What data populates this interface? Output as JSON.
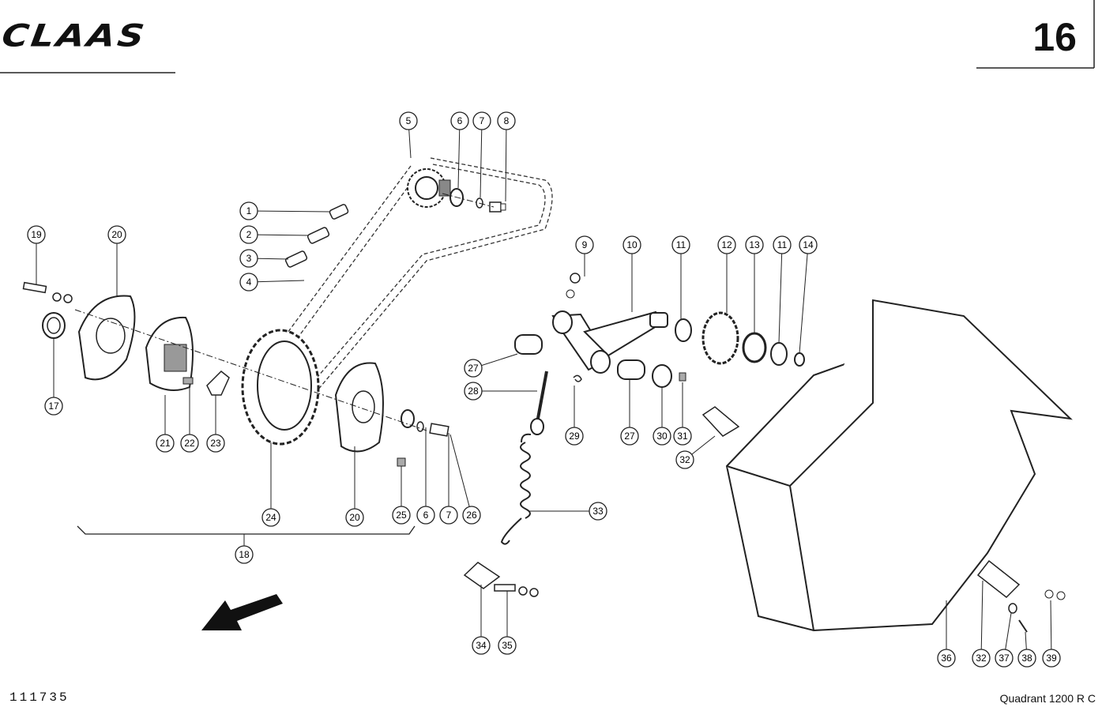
{
  "header": {
    "brand": "CLAAS",
    "page_number": "16"
  },
  "footer": {
    "drawing_number": "111735",
    "model": "Quadrant  1200 R C"
  },
  "callouts": [
    {
      "label": "5"
    },
    {
      "label": "6"
    },
    {
      "label": "7"
    },
    {
      "label": "8"
    },
    {
      "label": "1"
    },
    {
      "label": "2"
    },
    {
      "label": "3"
    },
    {
      "label": "4"
    },
    {
      "label": "19"
    },
    {
      "label": "20"
    },
    {
      "label": "17"
    },
    {
      "label": "21"
    },
    {
      "label": "22"
    },
    {
      "label": "23"
    },
    {
      "label": "24"
    },
    {
      "label": "20"
    },
    {
      "label": "25"
    },
    {
      "label": "6"
    },
    {
      "label": "7"
    },
    {
      "label": "26"
    },
    {
      "label": "18"
    },
    {
      "label": "9"
    },
    {
      "label": "10"
    },
    {
      "label": "11"
    },
    {
      "label": "12"
    },
    {
      "label": "13"
    },
    {
      "label": "11"
    },
    {
      "label": "14"
    },
    {
      "label": "27"
    },
    {
      "label": "28"
    },
    {
      "label": "29"
    },
    {
      "label": "27"
    },
    {
      "label": "30"
    },
    {
      "label": "31"
    },
    {
      "label": "32"
    },
    {
      "label": "33"
    },
    {
      "label": "34"
    },
    {
      "label": "35"
    },
    {
      "label": "36"
    },
    {
      "label": "32"
    },
    {
      "label": "37"
    },
    {
      "label": "38"
    },
    {
      "label": "39"
    }
  ]
}
